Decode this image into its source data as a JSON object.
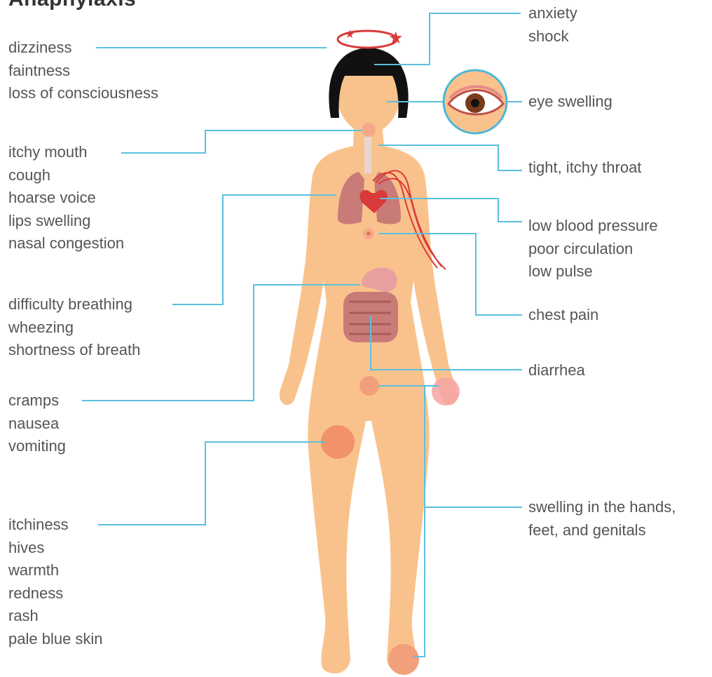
{
  "title": "Anaphylaxis",
  "colors": {
    "connector": "#5bc0de",
    "skin": "#f9c28c",
    "hair": "#111111",
    "organ": "#c97b78",
    "heart": "#d93a3a",
    "stomach": "#e8a0a0",
    "swelling": "#f2a07b",
    "text": "#555555"
  },
  "left_groups": [
    {
      "id": "neuro",
      "items": [
        "dizziness",
        "faintness",
        "loss of consciousness"
      ]
    },
    {
      "id": "mouth",
      "items": [
        "itchy mouth",
        "cough",
        "hoarse voice",
        "lips swelling",
        "nasal congestion"
      ]
    },
    {
      "id": "breathing",
      "items": [
        "difficulty breathing",
        "wheezing",
        "shortness of breath"
      ]
    },
    {
      "id": "digestive",
      "items": [
        "cramps",
        "nausea",
        "vomiting"
      ]
    },
    {
      "id": "skin",
      "items": [
        "itchiness",
        "hives",
        "warmth",
        "redness",
        "rash",
        "pale blue skin"
      ]
    }
  ],
  "right_groups": [
    {
      "id": "mental",
      "items": [
        "anxiety",
        "shock"
      ]
    },
    {
      "id": "eye",
      "items": [
        "eye swelling"
      ]
    },
    {
      "id": "throat",
      "items": [
        "tight, itchy throat"
      ]
    },
    {
      "id": "circulation",
      "items": [
        "low blood pressure",
        "poor circulation",
        "low pulse"
      ]
    },
    {
      "id": "chest",
      "items": [
        "chest pain"
      ]
    },
    {
      "id": "bowel",
      "items": [
        "diarrhea"
      ]
    },
    {
      "id": "swelling",
      "items": [
        "swelling in the hands,",
        "feet, and genitals"
      ]
    }
  ],
  "icons": {
    "figure": "human-body-figure",
    "eye": "swollen-eye-icon",
    "dizzy": "dizzy-stars-icon"
  }
}
